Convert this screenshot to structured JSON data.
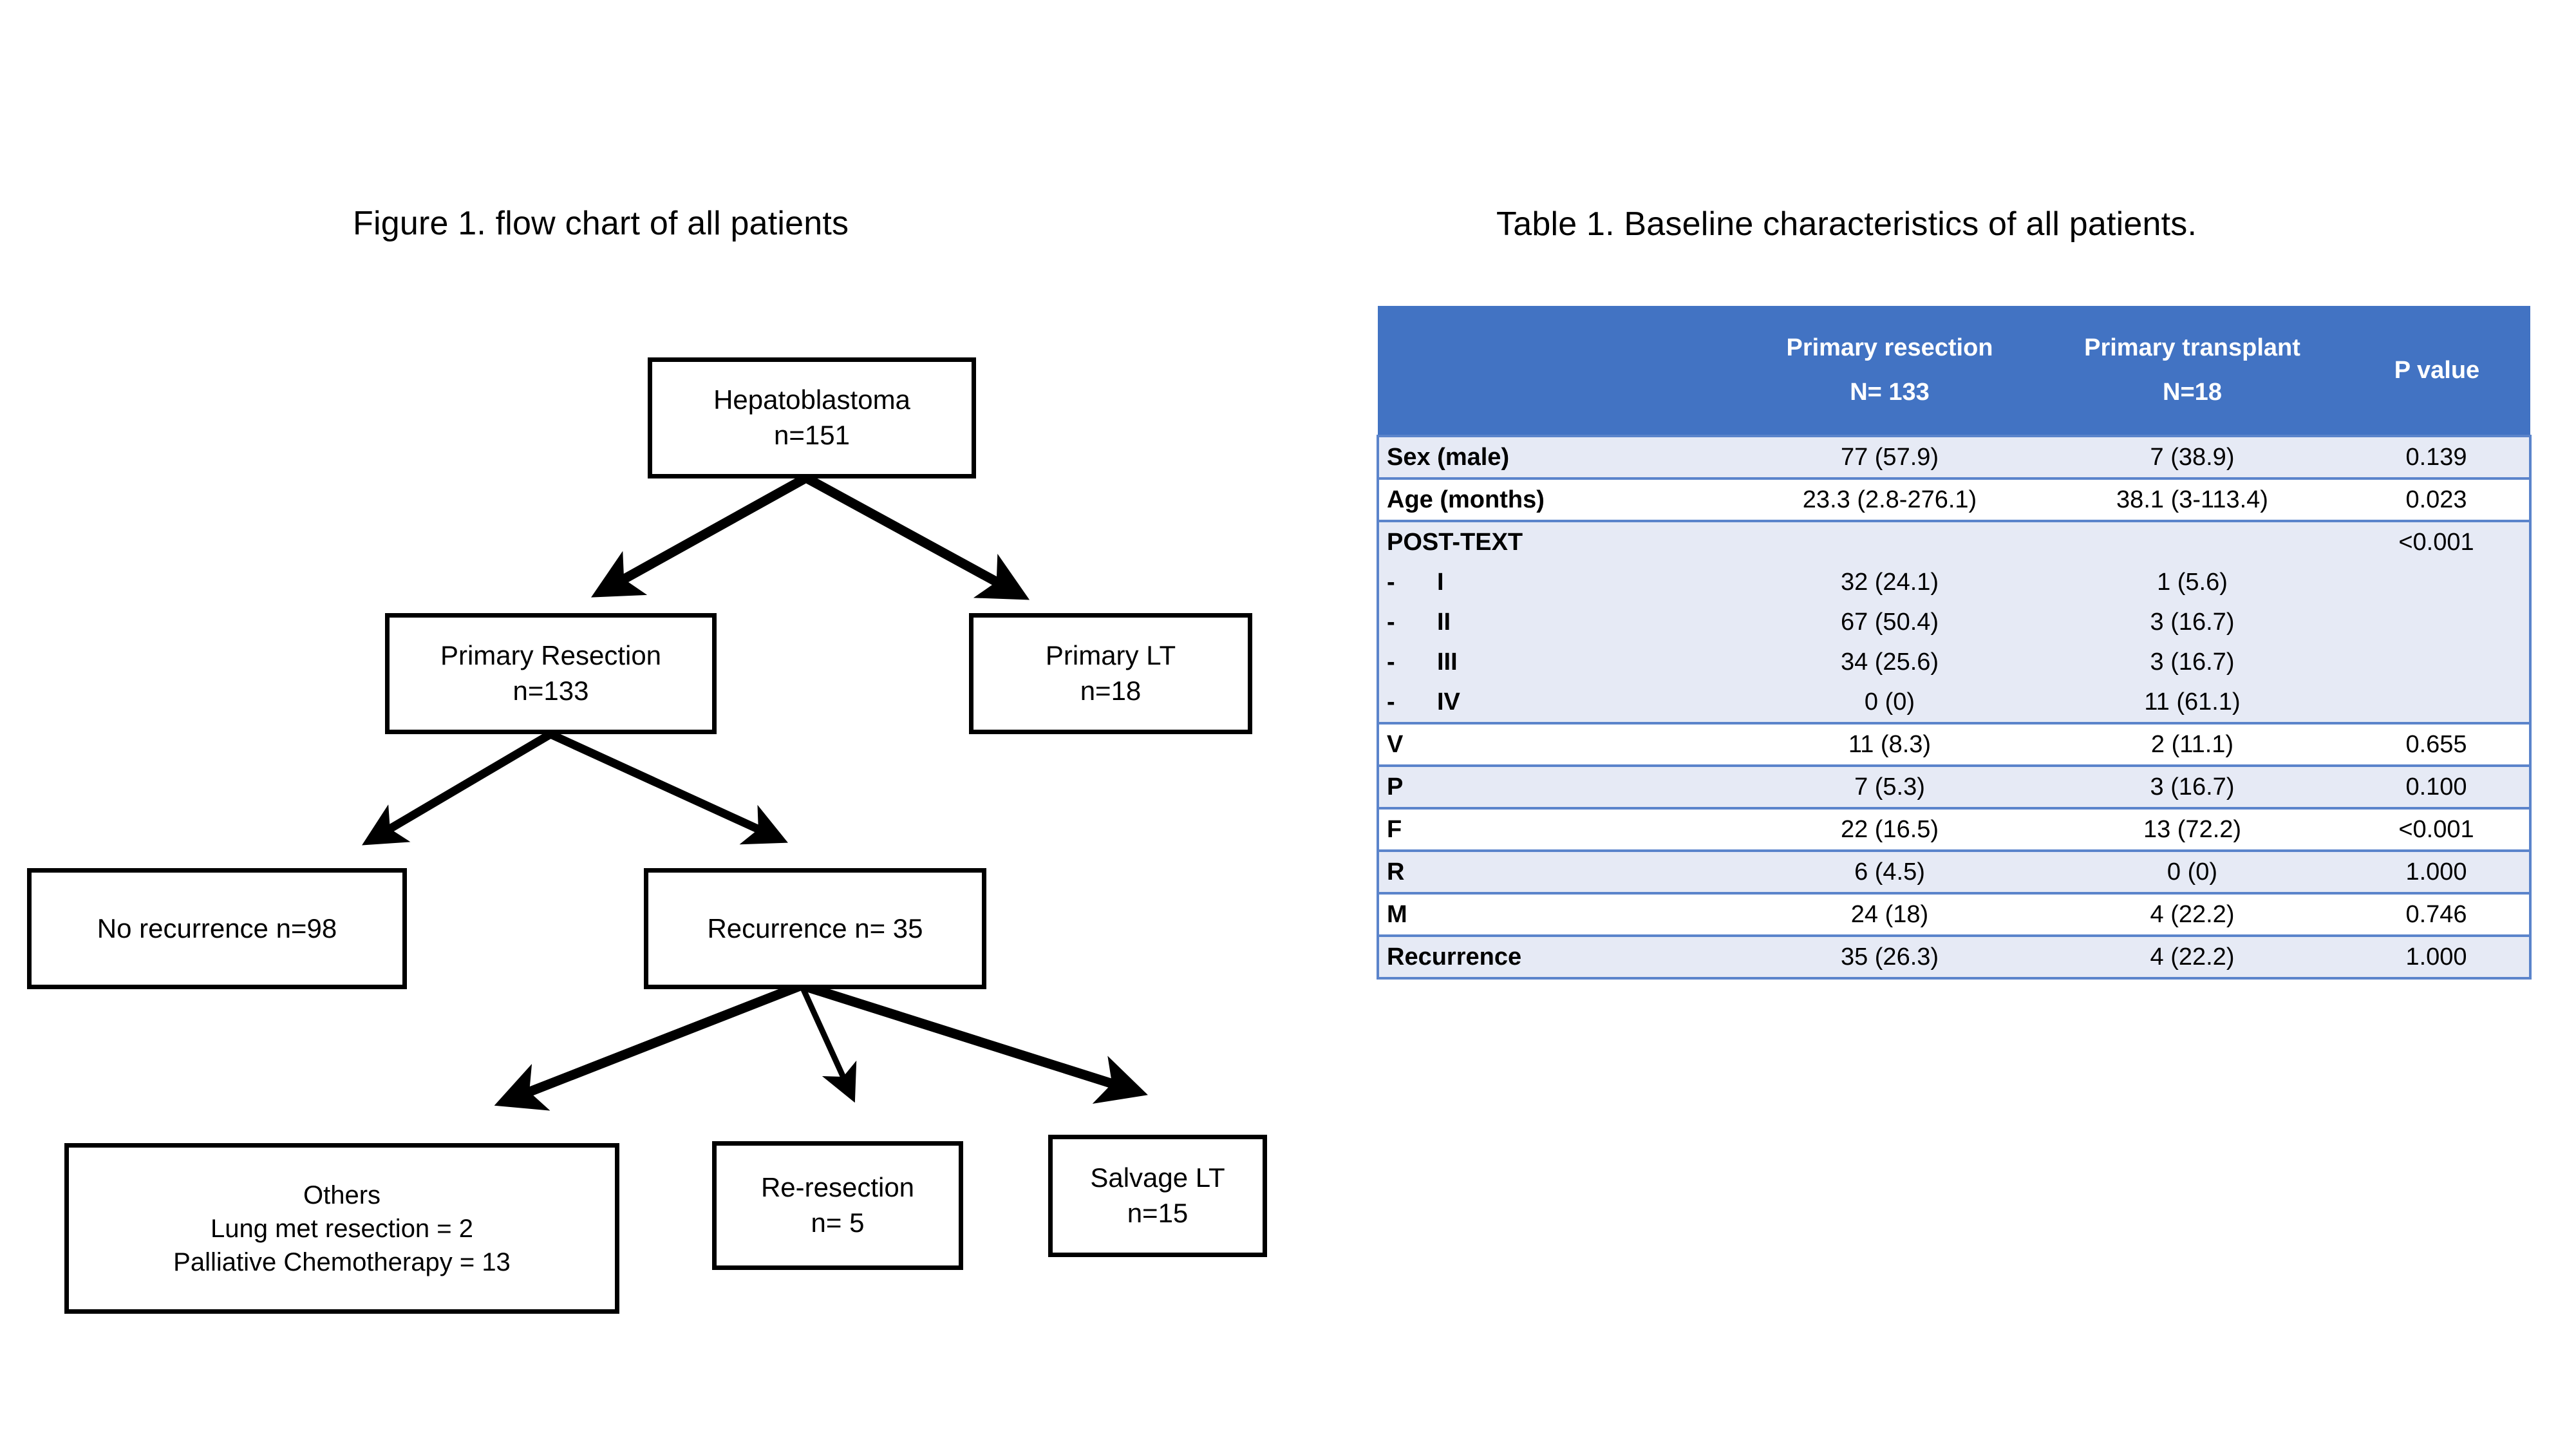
{
  "figure": {
    "title": "Figure 1. flow chart of all patients",
    "nodes": [
      {
        "id": "hepatoblastoma",
        "lines": [
          "Hepatoblastoma",
          "n=151"
        ]
      },
      {
        "id": "primary-resection",
        "lines": [
          "Primary Resection",
          "n=133"
        ]
      },
      {
        "id": "primary-lt",
        "lines": [
          "Primary LT",
          "n=18"
        ]
      },
      {
        "id": "no-recurrence",
        "lines": [
          "No recurrence n=98"
        ]
      },
      {
        "id": "recurrence",
        "lines": [
          "Recurrence n= 35"
        ]
      },
      {
        "id": "others",
        "lines": [
          "Others",
          "Lung met resection = 2",
          "Palliative Chemotherapy  = 13"
        ]
      },
      {
        "id": "re-resection",
        "lines": [
          "Re-resection",
          "n= 5"
        ]
      },
      {
        "id": "salvage-lt",
        "lines": [
          "Salvage LT",
          "n=15"
        ]
      }
    ]
  },
  "table": {
    "title": "Table 1. Baseline characteristics of all patients.",
    "colors": {
      "header_bg": "#4273C3",
      "header_text": "#FFFFFF",
      "row_shaded_bg": "#E6EAF5",
      "row_plain_bg": "#FFFFFF",
      "rule": "#5B84CB"
    },
    "columns": [
      {
        "label": "",
        "sub": ""
      },
      {
        "label": "Primary resection",
        "sub": "N= 133"
      },
      {
        "label": "Primary transplant",
        "sub": "N=18"
      },
      {
        "label": "P value",
        "sub": ""
      }
    ],
    "rows": [
      {
        "label": "Sex (male)",
        "sub": false,
        "resection": "77 (57.9)",
        "transplant": "7 (38.9)",
        "p": "0.139"
      },
      {
        "label": "Age (months)",
        "sub": false,
        "resection": "23.3 (2.8-276.1)",
        "transplant": "38.1 (3-113.4)",
        "p": "0.023"
      },
      {
        "label": "POST-TEXT",
        "sub": false,
        "resection": "",
        "transplant": "",
        "p": "<0.001"
      },
      {
        "label": "I",
        "sub": true,
        "resection": "32 (24.1)",
        "transplant": "1 (5.6)",
        "p": ""
      },
      {
        "label": "II",
        "sub": true,
        "resection": "67 (50.4)",
        "transplant": "3 (16.7)",
        "p": ""
      },
      {
        "label": "III",
        "sub": true,
        "resection": "34 (25.6)",
        "transplant": "3 (16.7)",
        "p": ""
      },
      {
        "label": "IV",
        "sub": true,
        "resection": "0 (0)",
        "transplant": "11 (61.1)",
        "p": ""
      },
      {
        "label": "V",
        "sub": false,
        "resection": "11 (8.3)",
        "transplant": "2 (11.1)",
        "p": "0.655"
      },
      {
        "label": "P",
        "sub": false,
        "resection": "7 (5.3)",
        "transplant": "3 (16.7)",
        "p": "0.100"
      },
      {
        "label": "F",
        "sub": false,
        "resection": "22 (16.5)",
        "transplant": "13 (72.2)",
        "p": "<0.001"
      },
      {
        "label": "R",
        "sub": false,
        "resection": "6 (4.5)",
        "transplant": "0 (0)",
        "p": "1.000"
      },
      {
        "label": "M",
        "sub": false,
        "resection": "24 (18)",
        "transplant": "4 (22.2)",
        "p": "0.746"
      },
      {
        "label": "Recurrence",
        "sub": false,
        "resection": "35 (26.3)",
        "transplant": "4 (22.2)",
        "p": "1.000"
      }
    ],
    "sub_bullet": "-"
  }
}
